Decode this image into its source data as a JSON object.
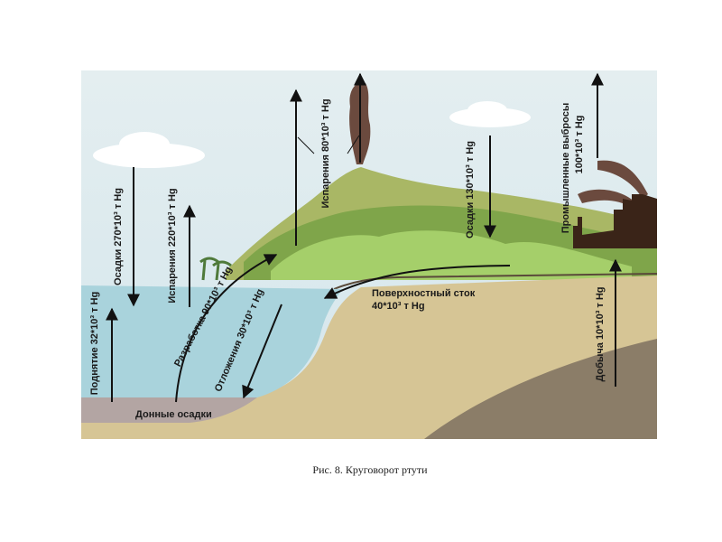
{
  "figure": {
    "caption": "Рис. 8. Круговорот ртути",
    "labels": {
      "precip_ocean": "Осадки 270*10³ т Hg",
      "evap_ocean": "Испарения 220*10³ т Hg",
      "uplift": "Поднятие 32*10³ т Hg",
      "mining_dev": "Разработка 90*10³ т Hg",
      "deposits": "Отложения 30*10³ т Hg",
      "evap_land": "Испарения 80*10³ т Hg",
      "precip_land": "Осадки 130*10³ т Hg",
      "industrial_1": "Промышленные выбросы",
      "industrial_2": "100*10³ т Hg",
      "extraction": "Добыча 10*10³ т Hg",
      "runoff_1": "Поверхностный сток",
      "runoff_2": "40*10³ т Hg",
      "bottom": "Донные осадки"
    },
    "colors": {
      "sky": "#dbe9ee",
      "water": "#a9d3dc",
      "sand": "#d6c595",
      "hill": "#a9b765",
      "forest": "#7fa54a",
      "rock": "#8b7d68",
      "smoke": "#6b4a3e",
      "sediment": "#b3a5a3"
    }
  }
}
